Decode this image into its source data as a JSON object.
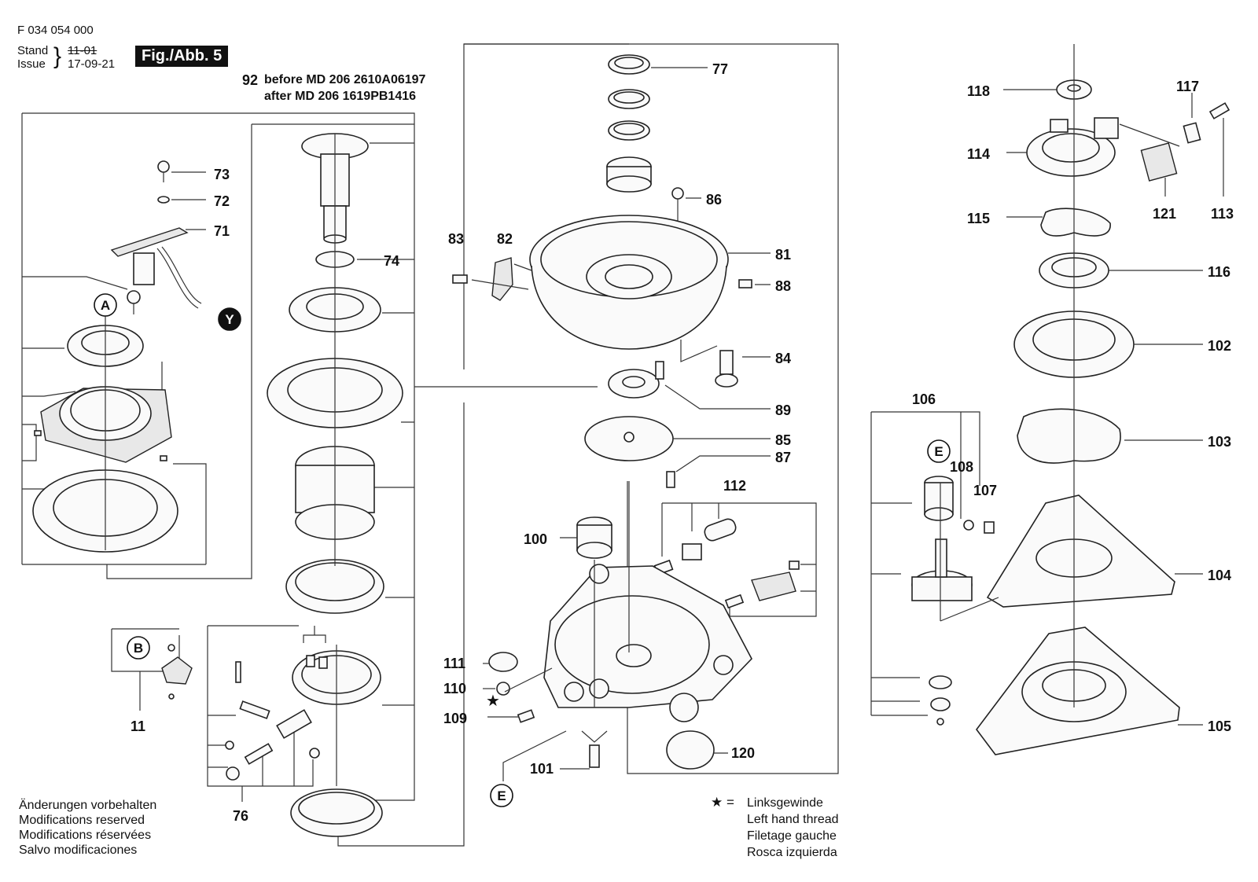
{
  "header": {
    "doc_number": "F 034 054 000",
    "stand_label": "Stand",
    "issue_label": "Issue",
    "stand_date_old": "11-01",
    "issue_date": "17-09-21",
    "figure_label": "Fig./Abb. 5"
  },
  "assembly_92": {
    "number": "92",
    "line1": "before MD 206 2610A06197",
    "line2": "after MD 206 1619PB1416"
  },
  "part_labels": [
    "73",
    "72",
    "71",
    "74",
    "77",
    "86",
    "83",
    "82",
    "81",
    "88",
    "84",
    "89",
    "85",
    "87",
    "112",
    "100",
    "111",
    "110",
    "109",
    "101",
    "120",
    "11",
    "76",
    "118",
    "117",
    "114",
    "121",
    "113",
    "115",
    "116",
    "102",
    "106",
    "108",
    "107",
    "103",
    "104",
    "105"
  ],
  "circle_labels": [
    "A",
    "Y",
    "B",
    "E",
    "E"
  ],
  "footnote_left": [
    "Änderungen vorbehalten",
    "Modifications reserved",
    "Modifications réservées",
    "Salvo modificaciones"
  ],
  "legend_symbol": "★ =",
  "legend_lines": [
    "Linksgewinde",
    "Left hand thread",
    "Filetage gauche",
    "Rosca izquierda"
  ],
  "colors": {
    "ink": "#111111",
    "paper": "#ffffff",
    "fill": "#e8e8e8"
  }
}
